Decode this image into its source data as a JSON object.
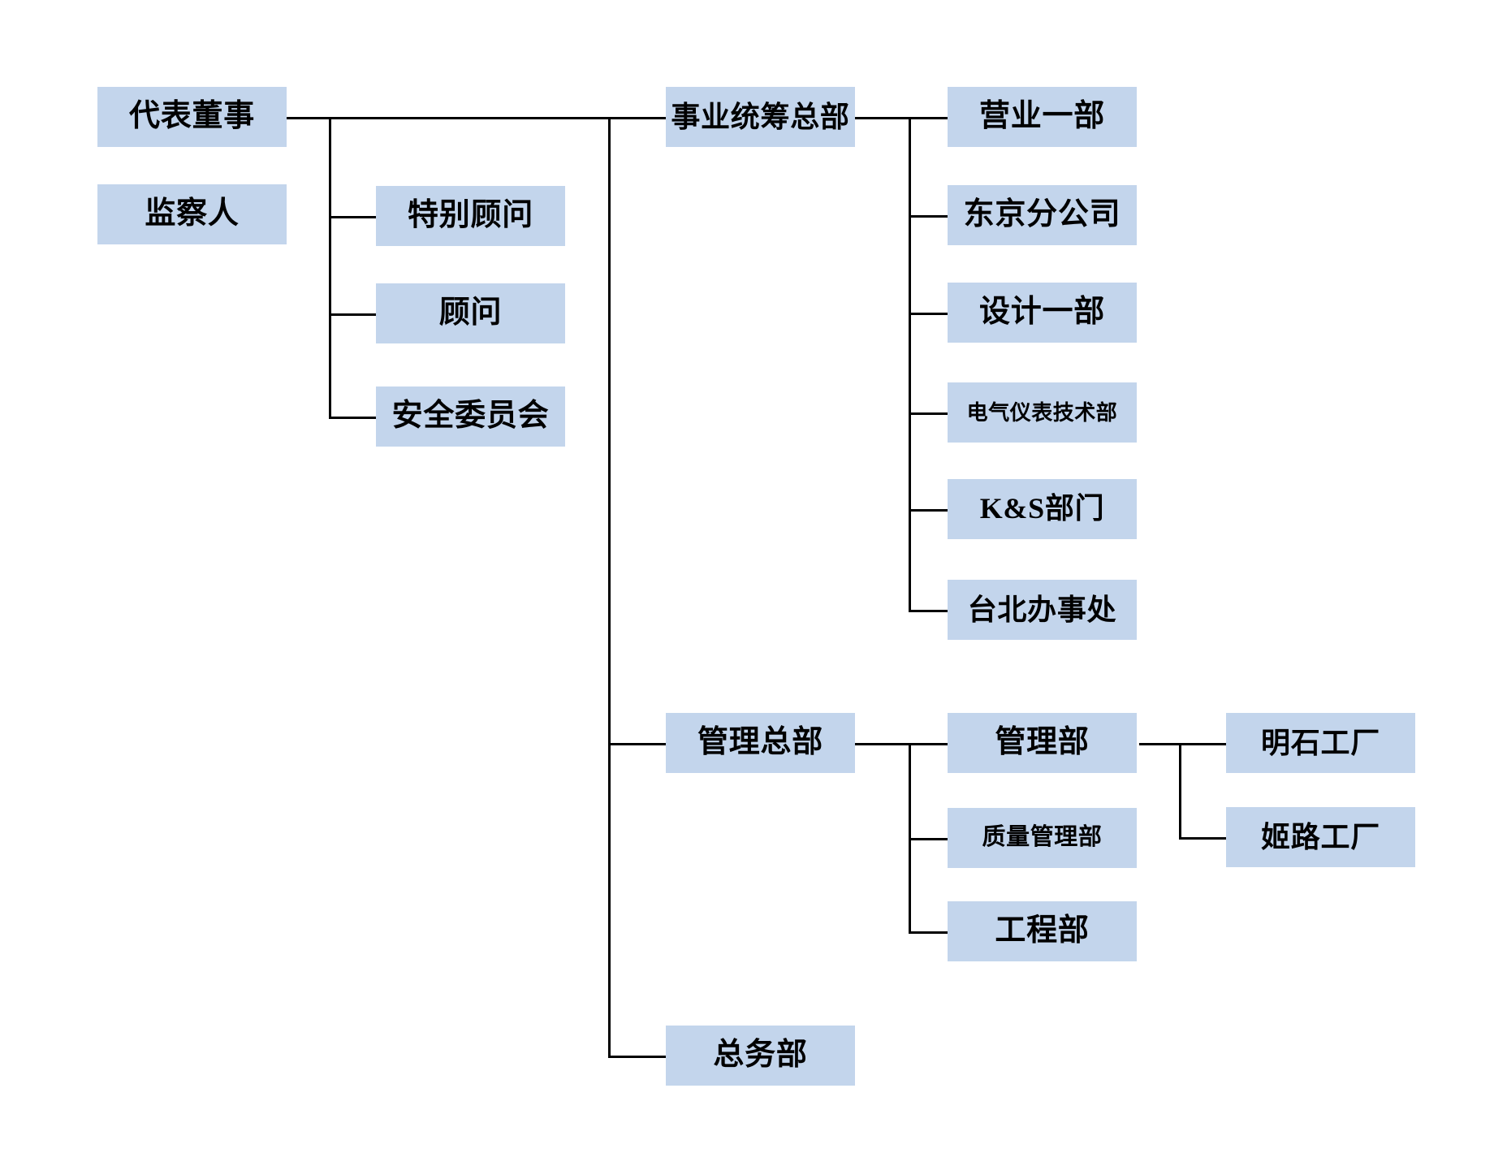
{
  "chart": {
    "type": "organization-chart",
    "title": "",
    "box_fill_color": "#c3d5ec",
    "line_color": "#000000",
    "background_color": "#ffffff",
    "nodes": {
      "representative_director": "代表董事",
      "auditor": "监察人",
      "special_advisor": "特别顾问",
      "advisor": "顾问",
      "safety_committee": "安全委员会",
      "business_coordination_hq": "事业统筹总部",
      "sales_dept_1": "营业一部",
      "tokyo_branch": "东京分公司",
      "design_dept_1": "设计一部",
      "electrical_instrument_tech_dept": "电气仪表技术部",
      "ks_division": "K&S部门",
      "taipei_office": "台北办事处",
      "management_hq": "管理总部",
      "management_dept": "管理部",
      "quality_management_dept": "质量管理部",
      "engineering_dept": "工程部",
      "akashi_factory": "明石工厂",
      "himeji_factory": "姬路工厂",
      "general_affairs_dept": "总务部"
    },
    "hierarchy": [
      {
        "label": "代表董事",
        "children": [
          {
            "label": "特别顾问",
            "children": []
          },
          {
            "label": "顾问",
            "children": []
          },
          {
            "label": "安全委员会",
            "children": []
          },
          {
            "label": "事业统筹总部",
            "children": [
              {
                "label": "营业一部",
                "children": []
              },
              {
                "label": "东京分公司",
                "children": []
              },
              {
                "label": "设计一部",
                "children": []
              },
              {
                "label": "电气仪表技术部",
                "children": []
              },
              {
                "label": "K&S部门",
                "children": []
              },
              {
                "label": "台北办事处",
                "children": []
              }
            ]
          },
          {
            "label": "管理总部",
            "children": [
              {
                "label": "管理部",
                "children": [
                  {
                    "label": "明石工厂",
                    "children": []
                  },
                  {
                    "label": "姬路工厂",
                    "children": []
                  }
                ]
              },
              {
                "label": "质量管理部",
                "children": []
              },
              {
                "label": "工程部",
                "children": []
              }
            ]
          },
          {
            "label": "总务部",
            "children": []
          }
        ]
      },
      {
        "label": "监察人",
        "children": []
      }
    ]
  }
}
